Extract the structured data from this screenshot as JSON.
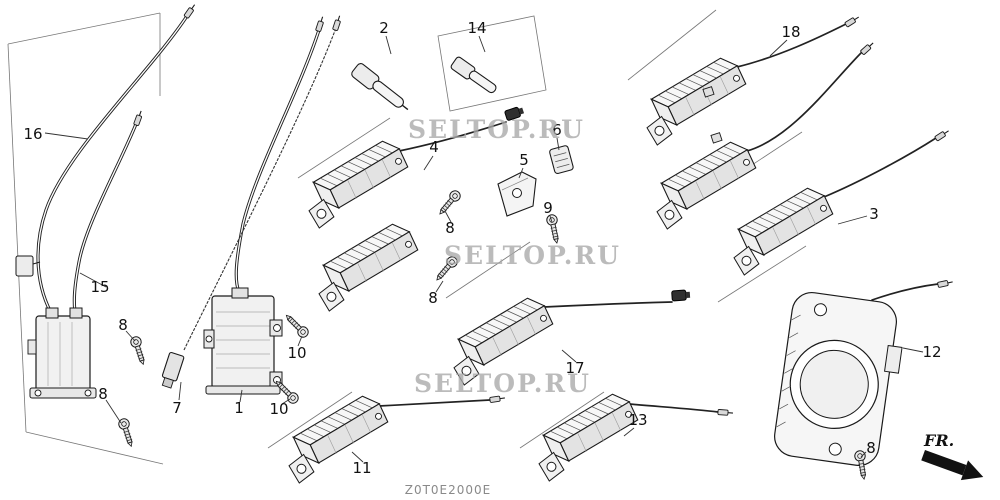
{
  "watermark": "SELTOP.RU",
  "part_code": "Z0T0E2000E",
  "fr_label": "FR.",
  "labels": {
    "n16": "16",
    "n15": "15",
    "n8a": "8",
    "n8b": "8",
    "n7": "7",
    "n1": "1",
    "n10a": "10",
    "n10b": "10",
    "n2": "2",
    "n14": "14",
    "n4": "4",
    "n8c": "8",
    "n5": "5",
    "n6": "6",
    "n9": "9",
    "n8d": "8",
    "n17": "17",
    "n11": "11",
    "n13": "13",
    "n18": "18",
    "n3": "3",
    "n12": "12",
    "n8e": "8"
  },
  "colors": {
    "line": "#1a1a1a",
    "fill_light": "#f6f6f6",
    "watermark": "#a8a8a8",
    "background": "#ffffff"
  }
}
